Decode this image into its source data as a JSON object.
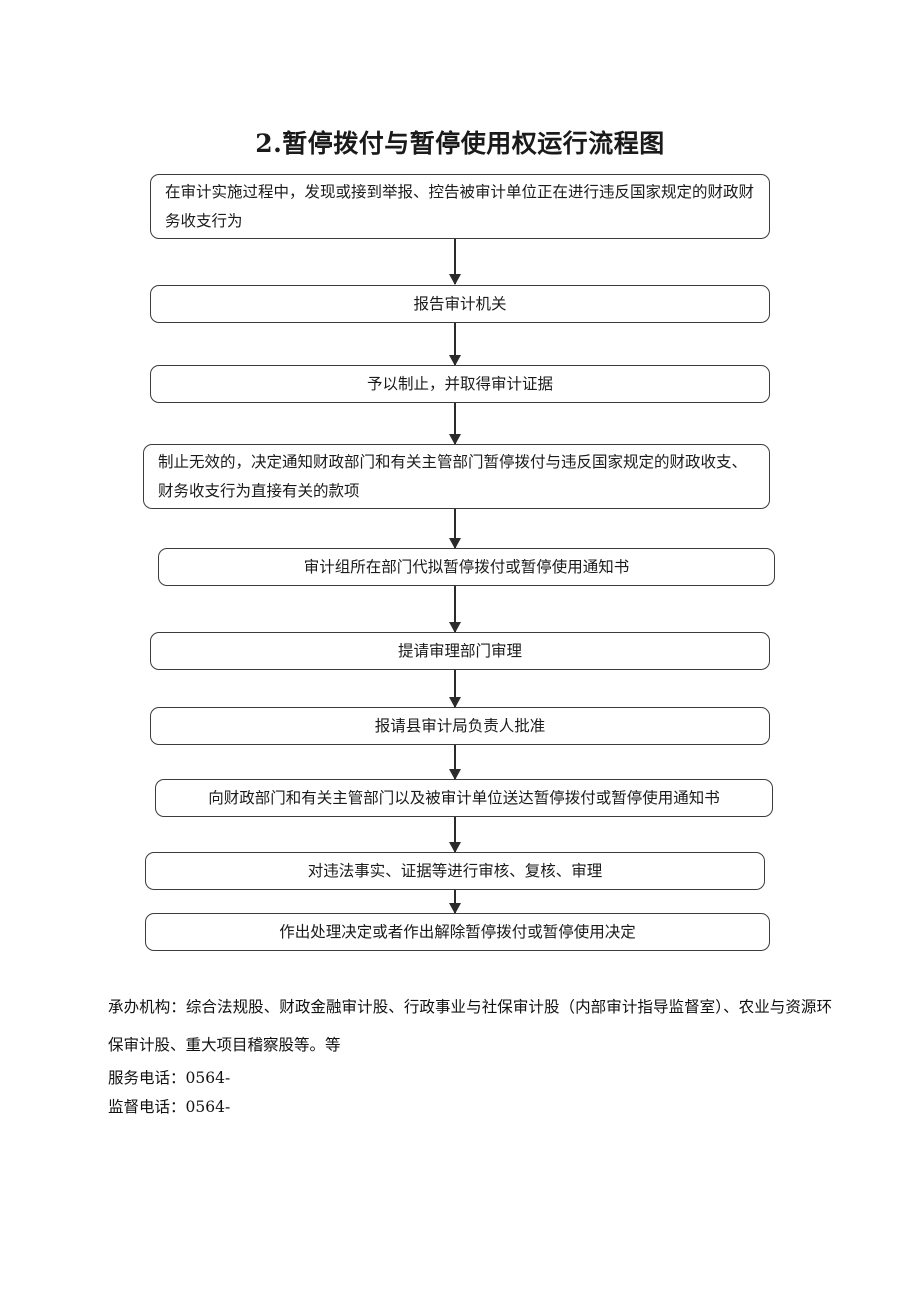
{
  "document": {
    "title": "2.暂停拨付与暂停使用权运行流程图"
  },
  "flowchart": {
    "type": "flowchart",
    "orientation": "top-to-bottom",
    "connector": "single-headed-arrow",
    "node_shape": "rounded-rectangle",
    "border_color": "#3c3c3c",
    "fill_color": "#ffffff",
    "text_color": "#1b1b1b",
    "nodes": [
      {
        "id": "step-1",
        "text": "在审计实施过程中，发现或接到举报、控告被审计单位正在进行违反国家规定的财政财务收支行为",
        "align": "left",
        "lines": 2
      },
      {
        "id": "step-2",
        "text": "报告审计机关",
        "align": "center",
        "lines": 1
      },
      {
        "id": "step-3",
        "text": "予以制止，并取得审计证据",
        "align": "center",
        "lines": 1
      },
      {
        "id": "step-4",
        "text": "制止无效的，决定通知财政部门和有关主管部门暂停拨付与违反国家规定的财政收支、财务收支行为直接有关的款项",
        "align": "left",
        "lines": 2
      },
      {
        "id": "step-5",
        "text": "审计组所在部门代拟暂停拨付或暂停使用通知书",
        "align": "center",
        "lines": 1
      },
      {
        "id": "step-6",
        "text": "提请审理部门审理",
        "align": "center",
        "lines": 1
      },
      {
        "id": "step-7",
        "text": "报请县审计局负责人批准",
        "align": "center",
        "lines": 1
      },
      {
        "id": "step-8",
        "text": "向财政部门和有关主管部门以及被审计单位送达暂停拨付或暂停使用通知书",
        "align": "center",
        "lines": 1
      },
      {
        "id": "step-9",
        "text": "对违法事实、证据等进行审核、复核、审理",
        "align": "center",
        "lines": 1
      },
      {
        "id": "step-10",
        "text": "作出处理决定或者作出解除暂停拨付或暂停使用决定",
        "align": "center",
        "lines": 1
      }
    ]
  },
  "footer": {
    "agency_line": "承办机构：综合法规股、财政金融审计股、行政事业与社保审计股（内部审计指导监督室）、农业与资源环保审计股、重大项目稽察股等。等",
    "service_tel": "服务电话：0564-",
    "supervision_tel": "监督电话：0564-"
  }
}
